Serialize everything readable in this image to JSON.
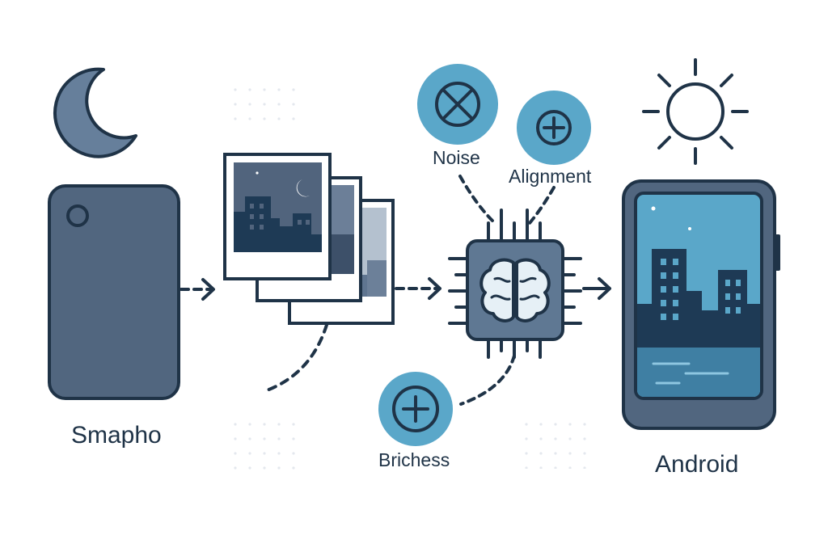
{
  "labels": {
    "source_device": "Smapho",
    "noise": "Noise",
    "alignment": "Alignment",
    "brightness": "Brichess",
    "output_device": "Android"
  },
  "icons": {
    "night": "moon-icon",
    "day": "sun-icon",
    "noise": "cross-circle-icon",
    "alignment": "plus-circle-icon",
    "brightness": "plus-circle-icon",
    "processor": "brain-chip-icon"
  },
  "colors": {
    "outline": "#1f3347",
    "slate": "#4f6682",
    "slate_light": "#667f9b",
    "accent": "#5aa7c9",
    "navy": "#1e3a55",
    "night_sky": "#51647d",
    "water": "#3f7fa3"
  }
}
